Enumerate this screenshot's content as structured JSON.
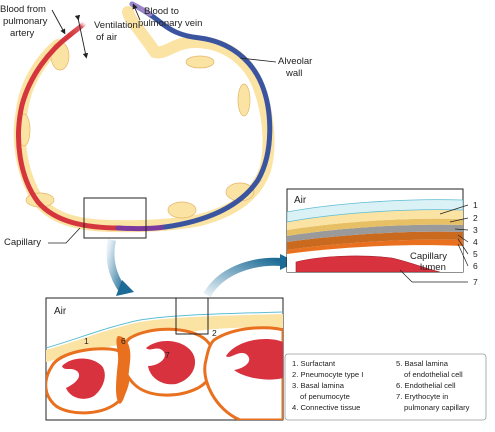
{
  "labels": {
    "blood_from_artery": [
      "Blood from",
      "pulmonary",
      "artery"
    ],
    "ventilation": [
      "Ventilation",
      "of air"
    ],
    "blood_to_vein": [
      "Blood to",
      "pulmonary vein"
    ],
    "alveolar_wall": [
      "Alveolar",
      "wall"
    ],
    "capillary": "Capillary",
    "air_upper": "Air",
    "air_lower": "Air",
    "capillary_lumen": [
      "Capillary",
      "lumen"
    ]
  },
  "callout_numbers": {
    "upper": [
      "1",
      "2",
      "3",
      "4",
      "5",
      "6",
      "7"
    ],
    "lower": [
      "1",
      "6",
      "7",
      "2"
    ]
  },
  "legend": {
    "col1": [
      "1. Surfactant",
      "2. Pneumocyte type I",
      "3. Basal lamina",
      "of penumocyte",
      "4. Connective tissue"
    ],
    "col2": [
      "5. Basal lamina",
      "of endothelial cell",
      "6. Endothelial cell",
      "7. Erythocyte in",
      "pulmonary capillary"
    ]
  },
  "colors": {
    "arterial_red": "#d5363d",
    "venous_blue": "#3a54a0",
    "wall_cream": "#fbe3a4",
    "endothelium_orange": "#e8701e",
    "surfactant_blue": "#7fcfe0",
    "connective_gray": "#9a9a9a",
    "arrow_teal": "#1c6b96"
  }
}
